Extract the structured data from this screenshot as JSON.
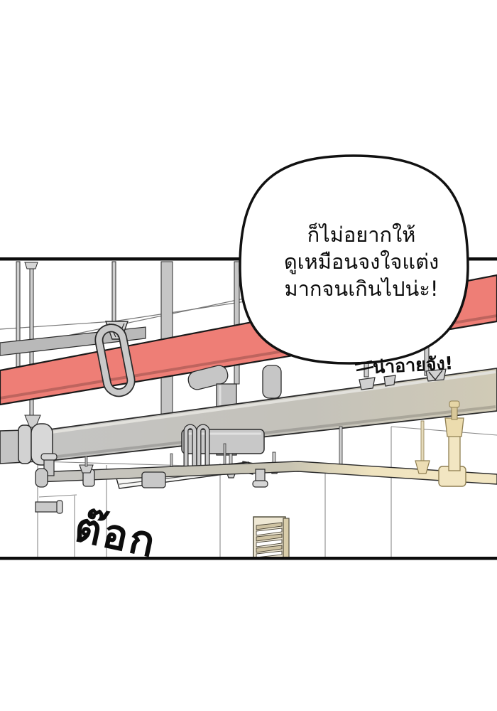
{
  "speech_bubble": {
    "lines": [
      "ก็ไม่อยากให้",
      "ดูเหมือนจงใจแต่ง",
      "มากจนเกินไปน่ะ!"
    ]
  },
  "caption": {
    "text": "น่าอายจัง!"
  },
  "sfx": {
    "text": "ต๊อก"
  },
  "colors": {
    "red_pipe": "#ee7e76",
    "red_pipe_shade": "#c95f5b",
    "pipe_gray": "#c6c6c6",
    "pipe_gray_light": "#dedede",
    "pipe_beige": "#f2e6c2",
    "beige_stroke": "#8f7f52",
    "vent_tan": "#efe8d4",
    "vent_slat": "#cec2a2",
    "outline": "#1a1a1a",
    "wall_line": "#8a8a8a"
  }
}
